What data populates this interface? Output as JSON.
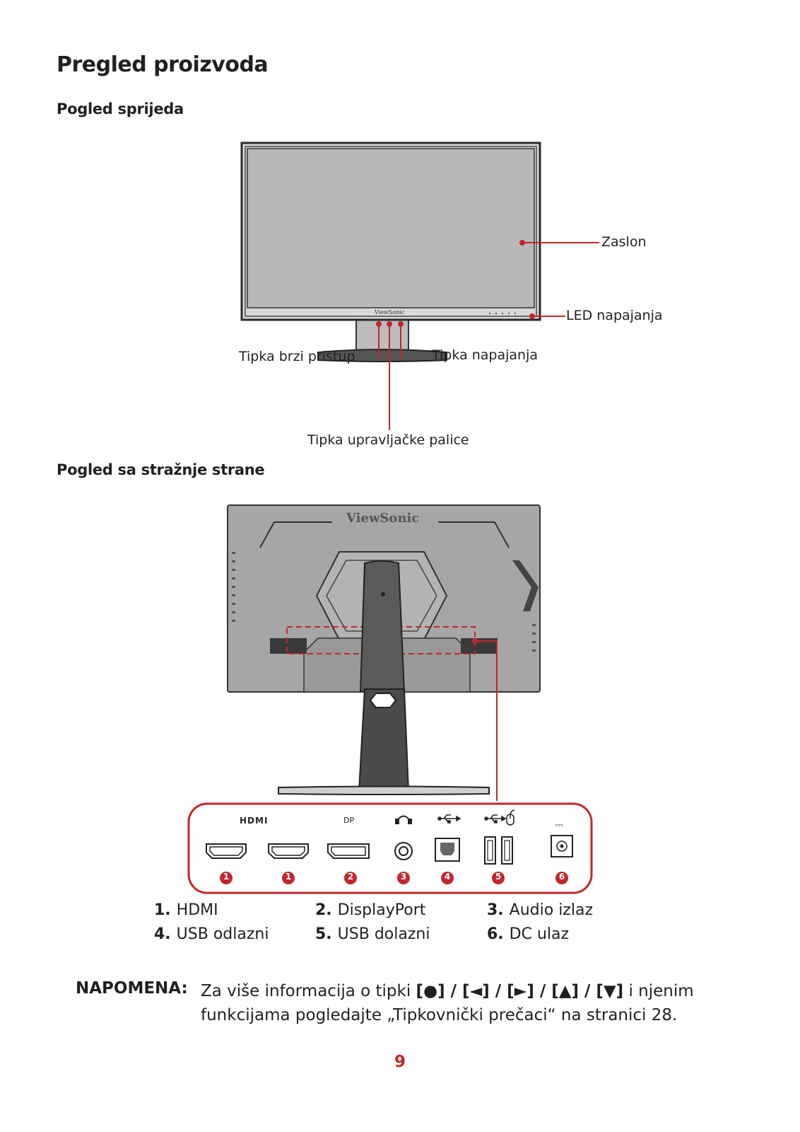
{
  "title": "Pregled proizvoda",
  "front": {
    "heading": "Pogled sprijeda",
    "brand": "ViewSonic",
    "labels": {
      "screen": "Zaslon",
      "power_led": "LED napajanja",
      "quick_access": "Tipka brzi pristup",
      "power_key": "Tipka napajanja",
      "joystick": "Tipka upravljačke palice"
    }
  },
  "rear": {
    "heading": "Pogled sa stražnje strane",
    "brand": "ViewSonic",
    "port_icons": {
      "hdmi": "HDMI",
      "dp": "DP",
      "dc": "⎓"
    },
    "port_numbers": [
      "1",
      "1",
      "2",
      "3",
      "4",
      "5",
      "6"
    ]
  },
  "legend": [
    {
      "num": "1.",
      "label": "HDMI"
    },
    {
      "num": "2.",
      "label": "DisplayPort"
    },
    {
      "num": "3.",
      "label": "Audio izlaz"
    },
    {
      "num": "4.",
      "label": "USB odlazni"
    },
    {
      "num": "5.",
      "label": "USB dolazni"
    },
    {
      "num": "6.",
      "label": "DC ulaz"
    }
  ],
  "note": {
    "label": "NAPOMENA:",
    "text_before": "Za više informacija o tipki ",
    "keys": "[●] / [◄] / [►] / [▲] / [▼]",
    "text_after": " i njenim funkcijama pogledajte „Tipkovnički prečaci“ na stranici 28."
  },
  "page_number": "9",
  "colors": {
    "accent": "#c1272d",
    "screen": "#b8b8b8",
    "body_dark": "#3a3a3a",
    "body_rear": "#9a9a9a"
  }
}
